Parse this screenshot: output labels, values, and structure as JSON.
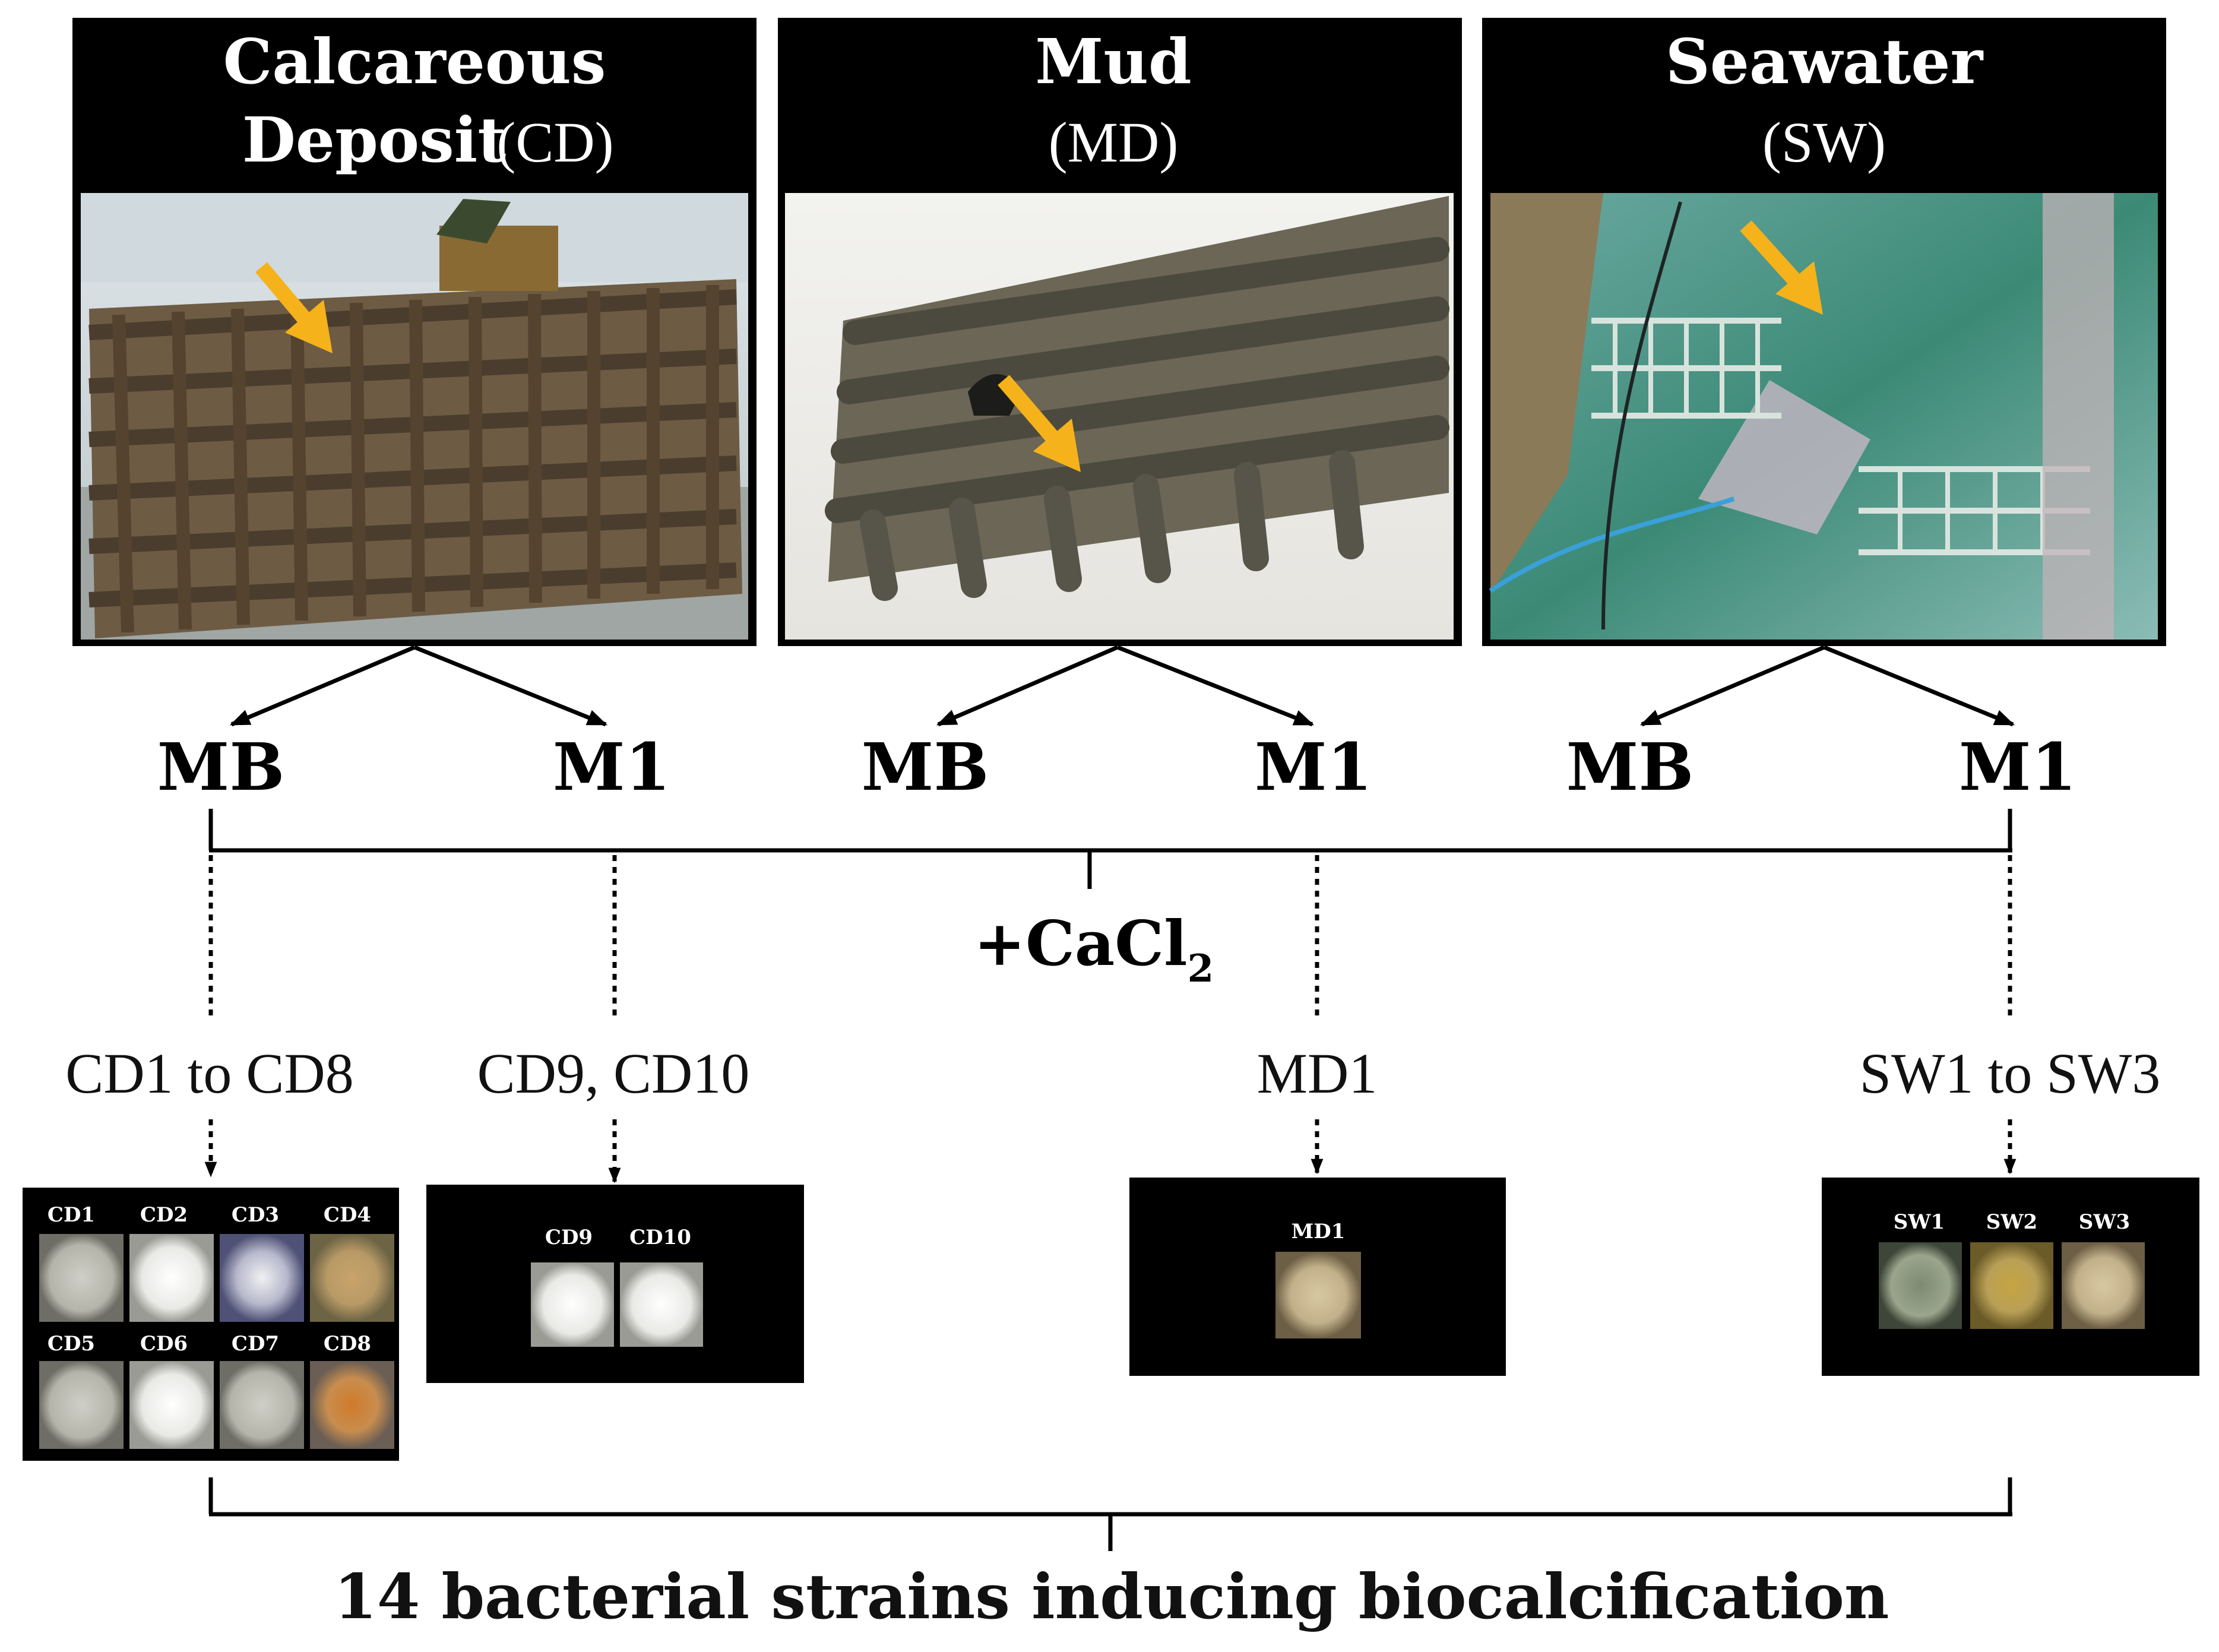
{
  "sources": [
    {
      "title": "Calcareous",
      "title_line2": "Deposit",
      "code": "(CD)"
    },
    {
      "title": "Mud",
      "code": "(MD)"
    },
    {
      "title": "Seawater",
      "code": "(SW)"
    }
  ],
  "media": {
    "mb": "MB",
    "m1": "M1"
  },
  "additive": {
    "main": "+CaCl",
    "sub": "2"
  },
  "strain_ranges": [
    "CD1 to CD8",
    "CD9, CD10",
    "MD1",
    "SW1 to SW3"
  ],
  "plates": {
    "cd_1_8": [
      "CD1",
      "CD2",
      "CD3",
      "CD4",
      "CD5",
      "CD6",
      "CD7",
      "CD8"
    ],
    "cd_9_10": [
      "CD9",
      "CD10"
    ],
    "md": [
      "MD1"
    ],
    "sw": [
      "SW1",
      "SW2",
      "SW3"
    ]
  },
  "conclusion": "14 bacterial strains inducing biocalcification",
  "colors": {
    "arrow": "#f5b21a",
    "header_bg": "#000000"
  }
}
